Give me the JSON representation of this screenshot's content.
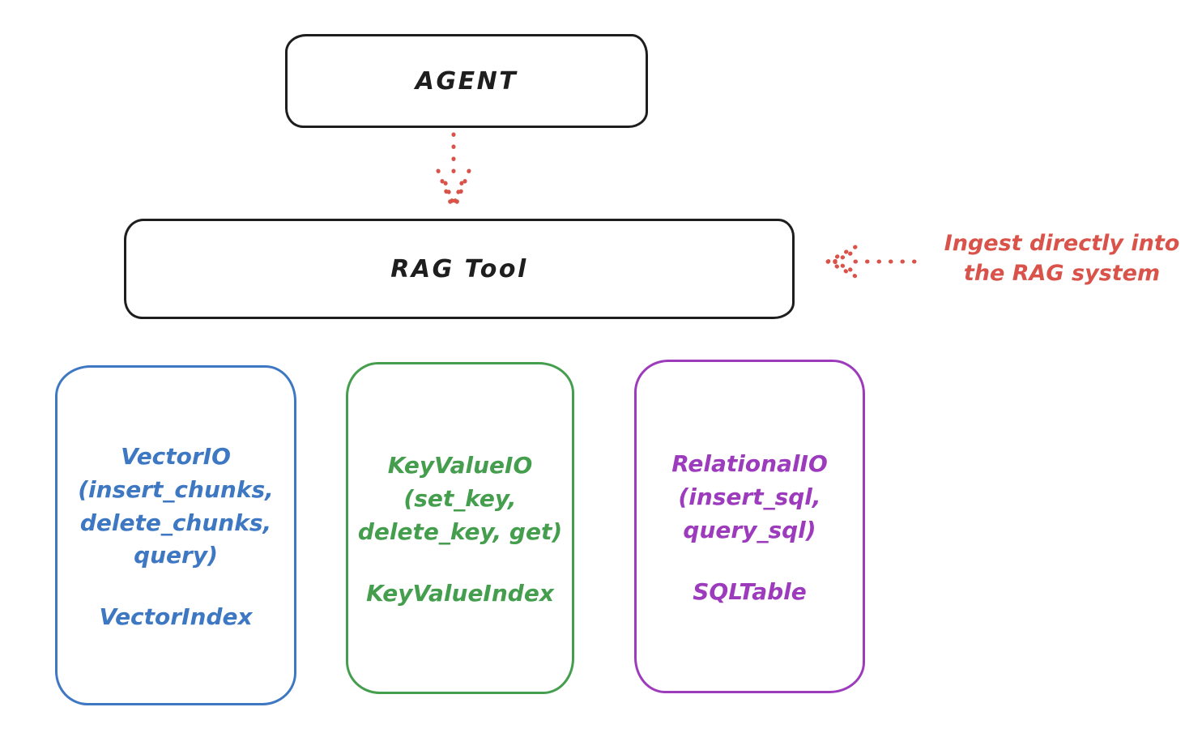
{
  "colors": {
    "ink": "#1e1e1e",
    "red": "#d9534a",
    "blue": "#3e78c2",
    "green": "#449e4d",
    "purple": "#9d3bbd",
    "background": "#ffffff"
  },
  "agent_box": {
    "label": "AGENT"
  },
  "rag_tool_box": {
    "label": "RAG Tool"
  },
  "ingest_annotation": {
    "text": "Ingest directly into\nthe RAG system"
  },
  "arrows": [
    {
      "id": "agent-to-rag",
      "style": "dotted",
      "direction": "down"
    },
    {
      "id": "ingest-into-rag",
      "style": "dotted",
      "direction": "left"
    }
  ],
  "backend_boxes": [
    {
      "id": "vector-io",
      "color": "#3e78c2",
      "io_label": "VectorIO\n(insert_chunks,\ndelete_chunks,\nquery)",
      "index_label": "VectorIndex"
    },
    {
      "id": "keyvalue-io",
      "color": "#449e4d",
      "io_label": "KeyValueIO\n(set_key,\ndelete_key, get)",
      "index_label": "KeyValueIndex"
    },
    {
      "id": "relational-io",
      "color": "#9d3bbd",
      "io_label": "RelationalIO\n(insert_sql,\nquery_sql)",
      "index_label": "SQLTable"
    }
  ]
}
